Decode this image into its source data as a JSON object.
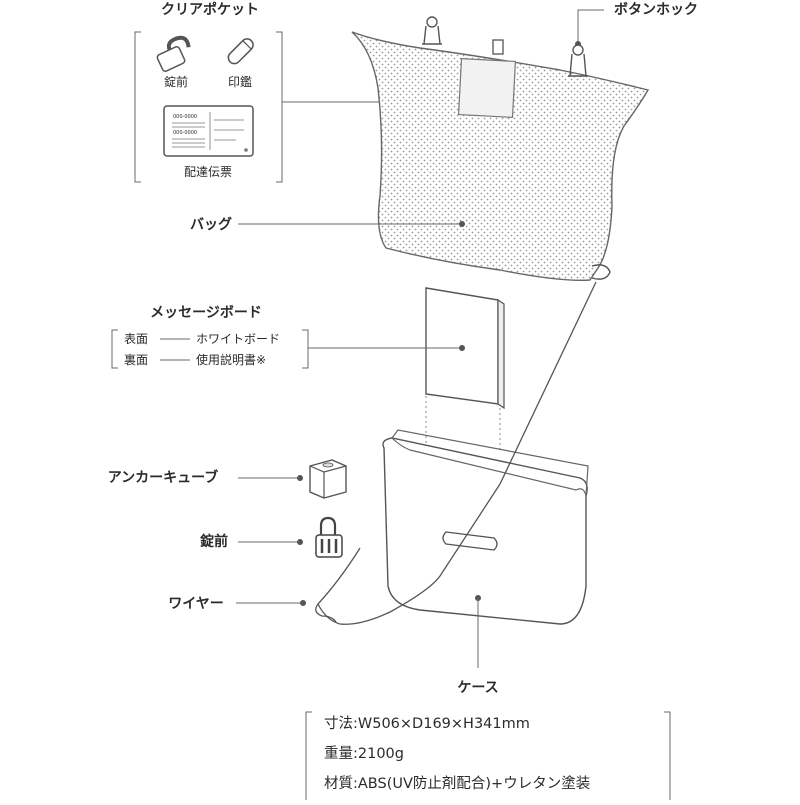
{
  "labels": {
    "clear_pocket": "クリアポケット",
    "button_hook": "ボタンホック",
    "padlock_small": "錠前",
    "seal": "印鑑",
    "delivery_slip": "配達伝票",
    "bag": "バッグ",
    "message_board": "メッセージボード",
    "front_face": "表面",
    "front_value": "ホワイトボード",
    "back_face": "裏面",
    "back_value": "使用説明書※",
    "anchor_cube": "アンカーキューブ",
    "padlock": "錠前",
    "wire": "ワイヤー",
    "case": "ケース"
  },
  "slip_text": {
    "row1": "000-0000",
    "row2": "000-0000"
  },
  "specs": [
    "寸法:W506×D169×H341mm",
    "重量:2100g",
    "材質:ABS(UV防止剤配合)+ウレタン塗装"
  ]
}
